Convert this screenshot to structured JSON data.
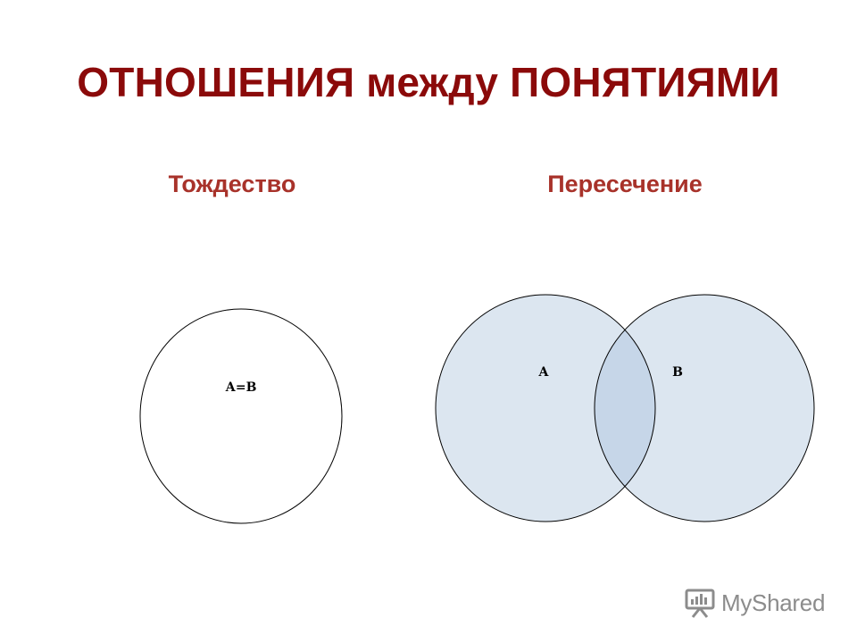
{
  "title": "ОТНОШЕНИЯ между ПОНЯТИЯМИ",
  "panels": {
    "identity": {
      "heading": "Тождество",
      "circle_label": "А=В"
    },
    "intersection": {
      "heading": "Пересечение",
      "label_a": "А",
      "label_b": "В"
    }
  },
  "watermark": {
    "text": "MyShared"
  },
  "colors": {
    "title": "#8b0a0a",
    "heading": "#a8322a",
    "circle_fill": "#dce6f0",
    "overlap_fill": "#c6d6e8",
    "outline": "#000000",
    "watermark": "#8c8c8c"
  }
}
